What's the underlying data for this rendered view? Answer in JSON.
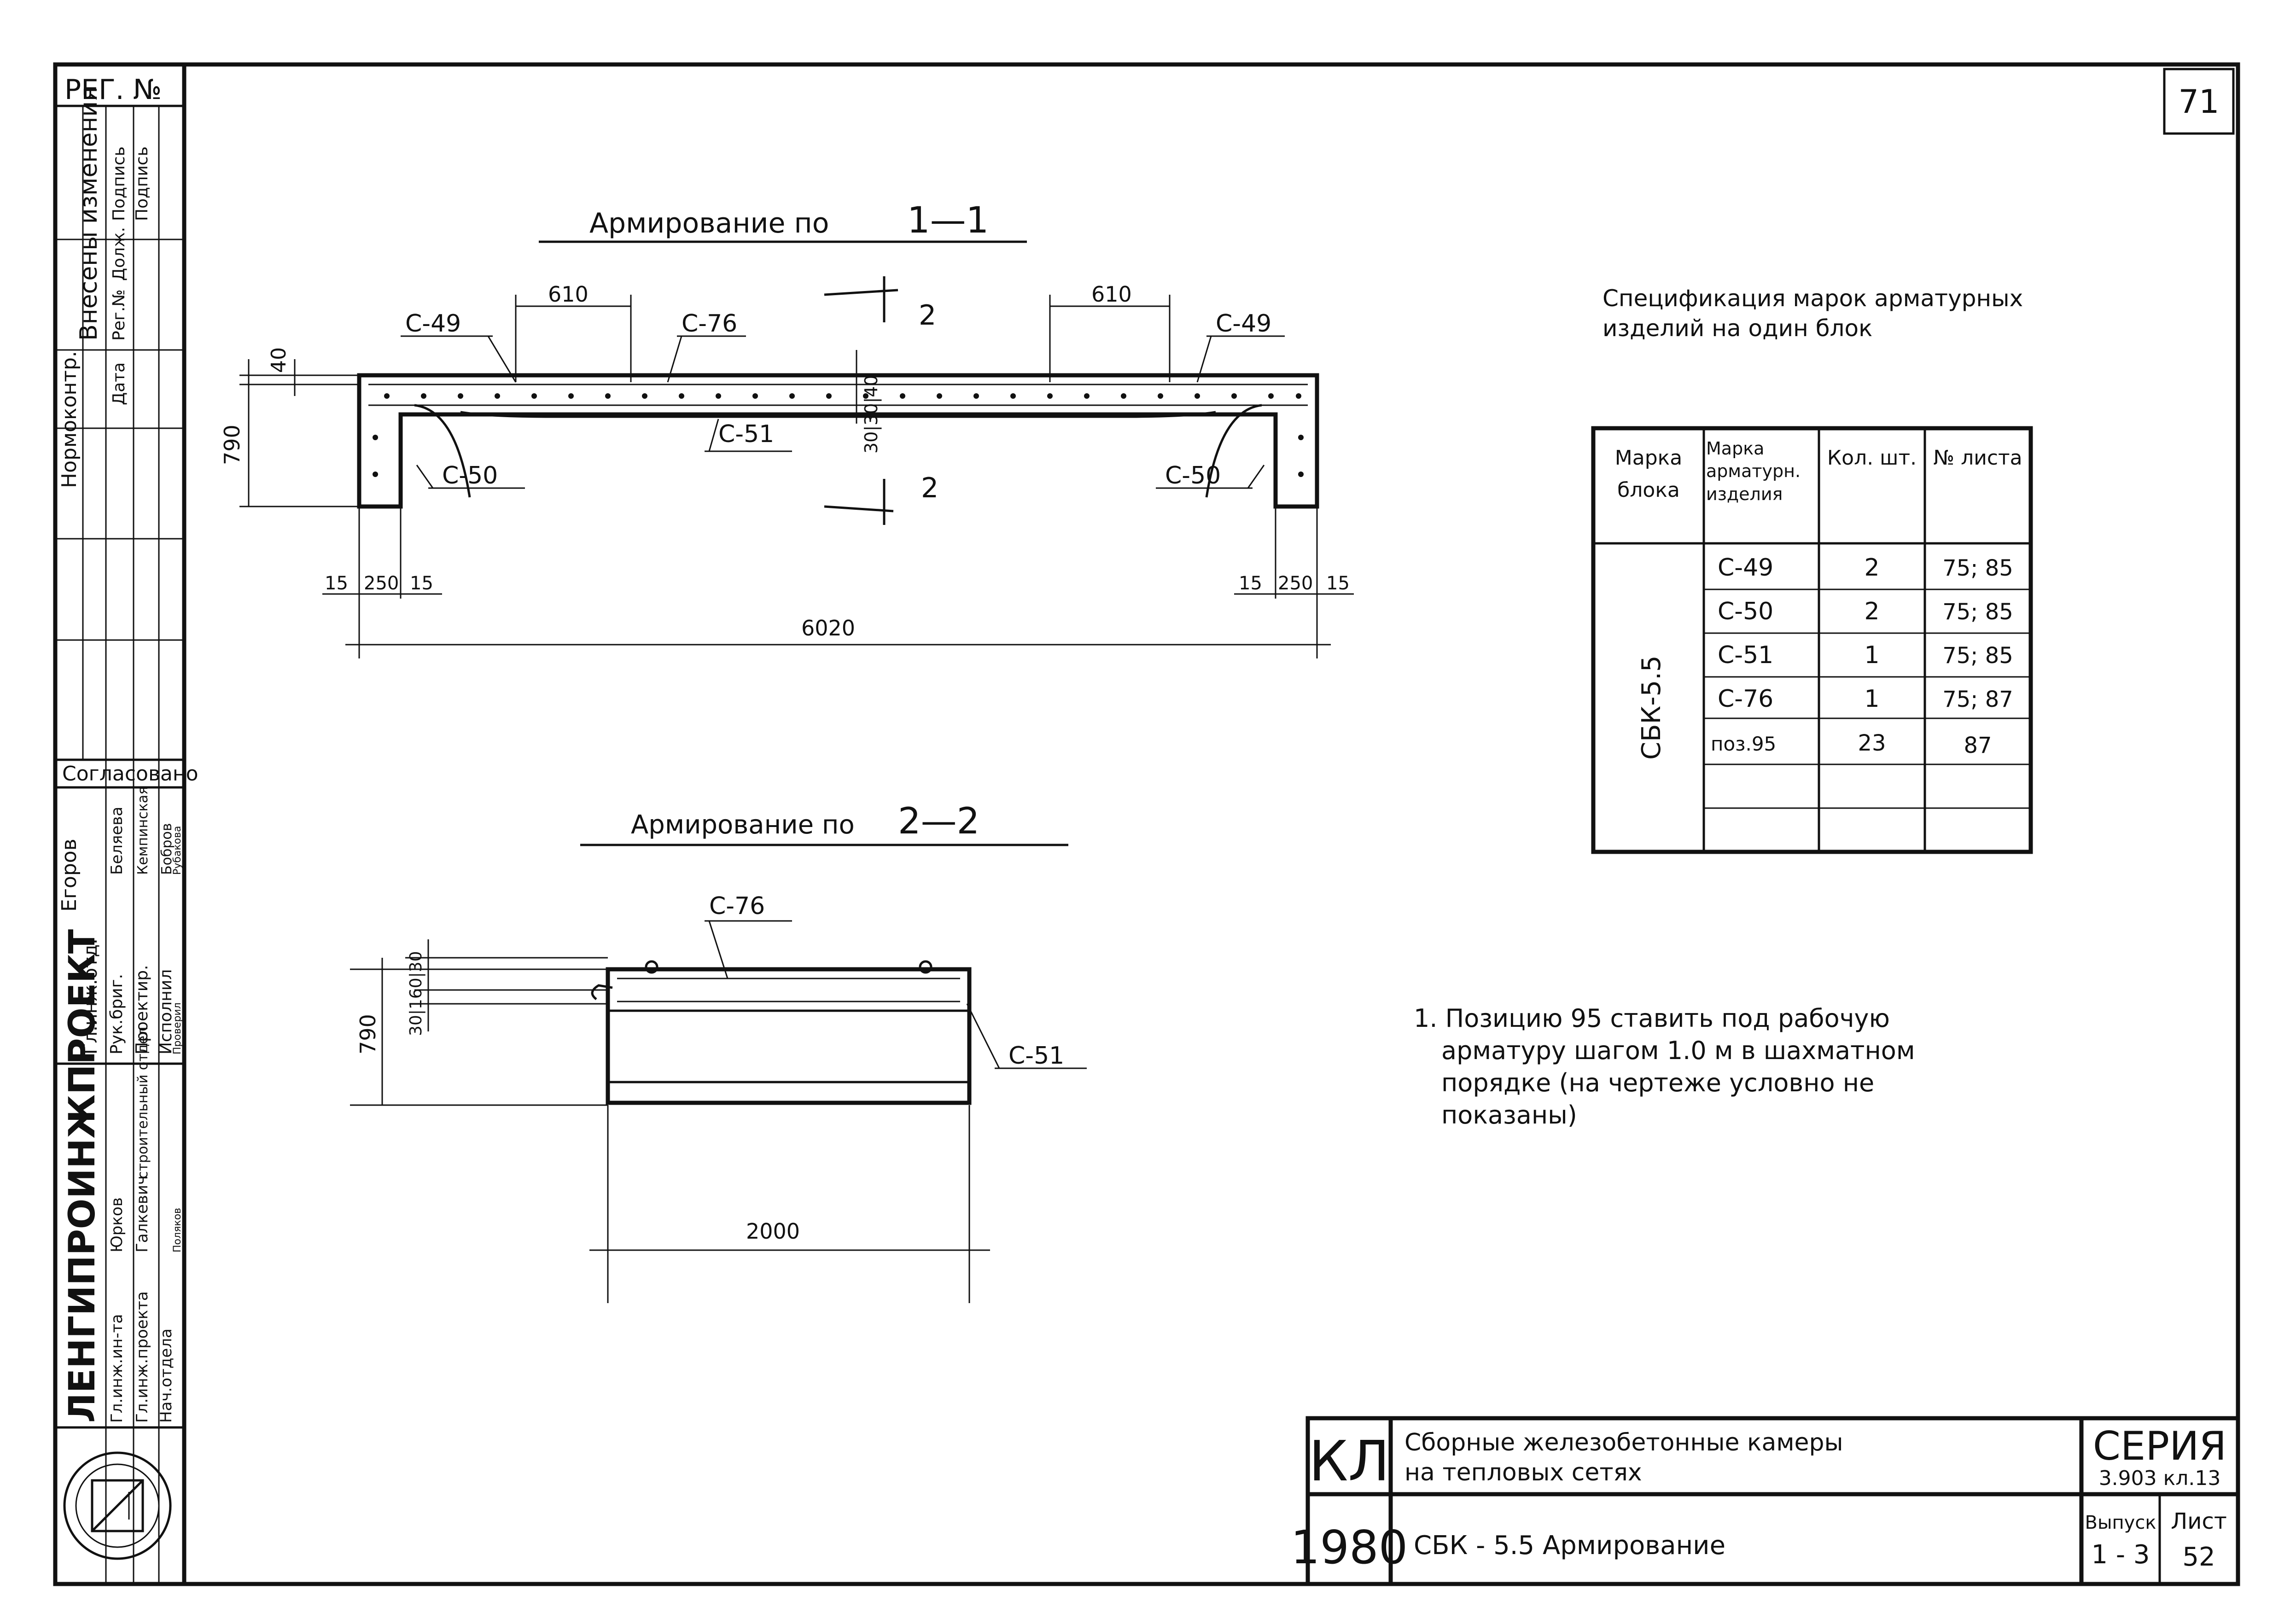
{
  "page_number": "71",
  "left_strip": {
    "reg_no": "РЕГ. №",
    "changes_header": "Внесены изменения",
    "changes_cols": [
      "Дата",
      "Рег.№",
      "Долж.",
      "Подпись",
      "Подпись"
    ],
    "normocontrol": "Нормоконтр.",
    "agreed": "Согласовано",
    "names": [
      "Егоров",
      "Беляева",
      "Кемпинская",
      "Бобров",
      "Рубакова"
    ],
    "roles": [
      "Гл.инж.отд.",
      "Рук.бриг.",
      "Проектир.",
      "Исполнил",
      "Проверил"
    ],
    "org": "ЛЕНГИПРОИНЖПРОЕКТ",
    "org_roles": [
      "Гл.инж.ин-та",
      "Гл.инж.проекта",
      "Нач.отдела"
    ],
    "org_names": [
      "Юрков",
      "Галкевич",
      "Поляков"
    ],
    "dept": "строительный отдел"
  },
  "section_1": {
    "title": "Армирование по",
    "cut": "1—1",
    "labels": [
      "С-49",
      "С-76",
      "С-49",
      "С-51",
      "С-50",
      "С-50"
    ],
    "dims": [
      "610",
      "610",
      "40",
      "790",
      "15",
      "250",
      "15",
      "15",
      "250",
      "15",
      "6020"
    ],
    "mid_dims": "30|30|40",
    "cut_marks": [
      "2",
      "2"
    ]
  },
  "section_2": {
    "title": "Армирование по",
    "cut": "2—2",
    "labels": [
      "С-76",
      "С-51"
    ],
    "dims": [
      "790",
      "30|160|30",
      "2000"
    ]
  },
  "spec": {
    "title_line1": "Спецификация марок арматурных",
    "title_line2": "изделий на один блок",
    "headers": [
      "Марка блока",
      "Марка арматурн. изделия",
      "Кол. шт.",
      "№ листа"
    ],
    "block_mark": "СБК-5.5",
    "rows": [
      [
        "С-49",
        "2",
        "75; 85"
      ],
      [
        "С-50",
        "2",
        "75; 85"
      ],
      [
        "С-51",
        "1",
        "75; 85"
      ],
      [
        "С-76",
        "1",
        "75; 87"
      ],
      [
        "поз.95",
        "23",
        "87"
      ],
      [
        "",
        "",
        ""
      ],
      [
        "",
        "",
        ""
      ]
    ]
  },
  "note": {
    "lines": [
      "1. Позицию 95 ставить под рабочую",
      "арматуру шагом 1.0 м в шахматном",
      "порядке (на чертеже условно не",
      "показаны)"
    ]
  },
  "title_block": {
    "code": "КЛ",
    "year": "1980",
    "title_line1": "Сборные железобетонные камеры",
    "title_line2": "на тепловых сетях",
    "subtitle": "СБК - 5.5    Армирование",
    "series_label": "СЕРИЯ",
    "series_value": "3.903 кл.13",
    "issue_label": "Выпуск",
    "issue_value": "1 - 3",
    "sheet_label": "Лист",
    "sheet_value": "52"
  }
}
